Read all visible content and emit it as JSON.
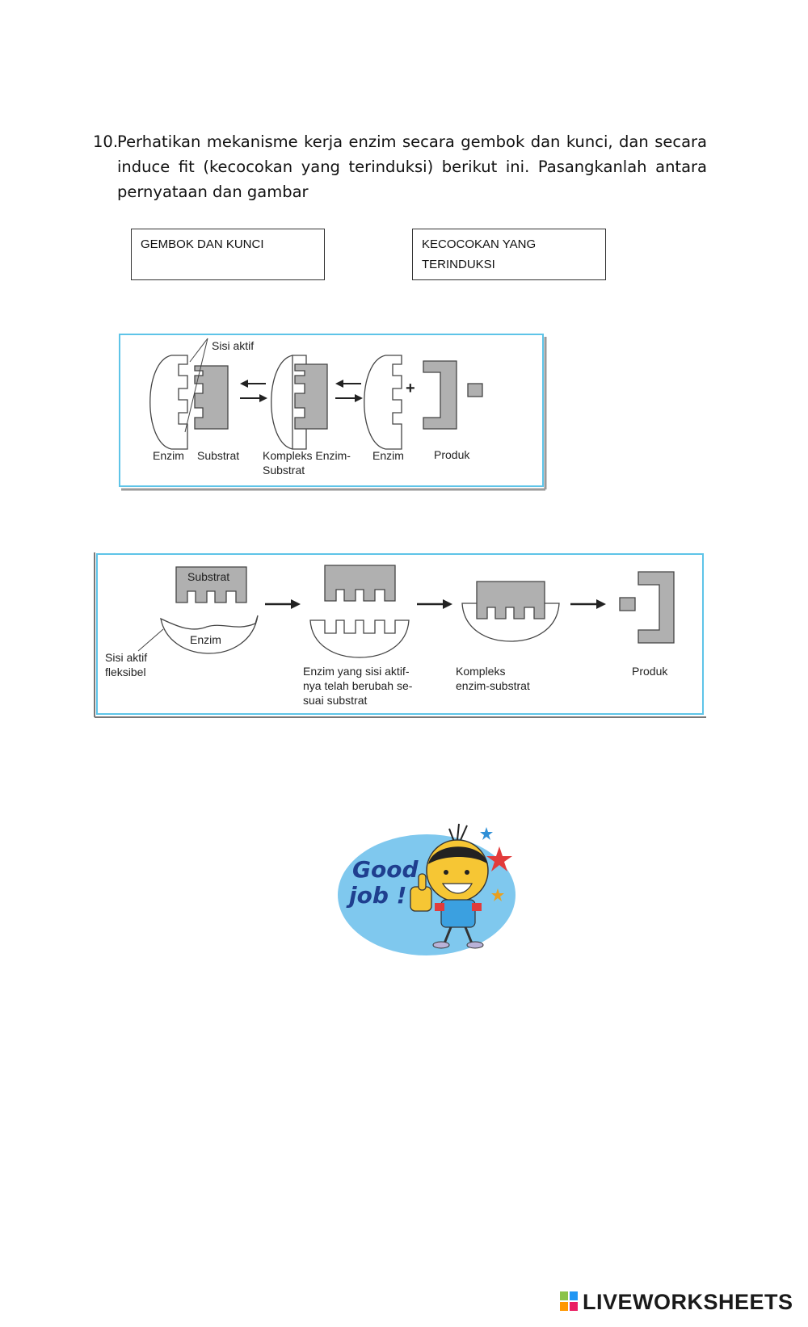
{
  "question": {
    "number": "10.",
    "text": "Perhatikan mekanisme kerja enzim secara gembok dan kunci, dan secara induce fit (kecocokan yang terinduksi) berikut ini. Pasangkanlah antara pernyataan dan gambar"
  },
  "answer_boxes": {
    "lock_and_key": {
      "line1": "GEMBOK DAN KUNCI"
    },
    "induced_fit": {
      "line1": "KECOCOKAN YANG",
      "line2": "TERINDUKSI"
    }
  },
  "diagram_lock_key": {
    "label_active_site": "Sisi aktif",
    "label_enzyme_1": "Enzim",
    "label_substrate": "Substrat",
    "label_complex_line1": "Kompleks Enzim-",
    "label_complex_line2": "Substrat",
    "label_enzyme_2": "Enzim",
    "label_product": "Produk",
    "plus_sign": "+",
    "frame_color": "#5ec4e8"
  },
  "diagram_induced_fit": {
    "label_substrate": "Substrat",
    "label_enzyme": "Enzim",
    "label_flexible_line1": "Sisi aktif",
    "label_flexible_line2": "fleksibel",
    "label_changed_line1": "Enzim yang sisi aktif-",
    "label_changed_line2": "nya telah berubah se-",
    "label_changed_line3": "suai substrat",
    "label_complex_line1": "Kompleks",
    "label_complex_line2": "enzim-substrat",
    "label_product": "Produk",
    "frame_color": "#5ec4e8"
  },
  "sticker": {
    "line1": "Good",
    "line2": "job !",
    "bubble_color": "#7fc8ee"
  },
  "brand": {
    "name": "LIVEWORKSHEETS",
    "icon": "liveworksheets-logo-icon"
  }
}
